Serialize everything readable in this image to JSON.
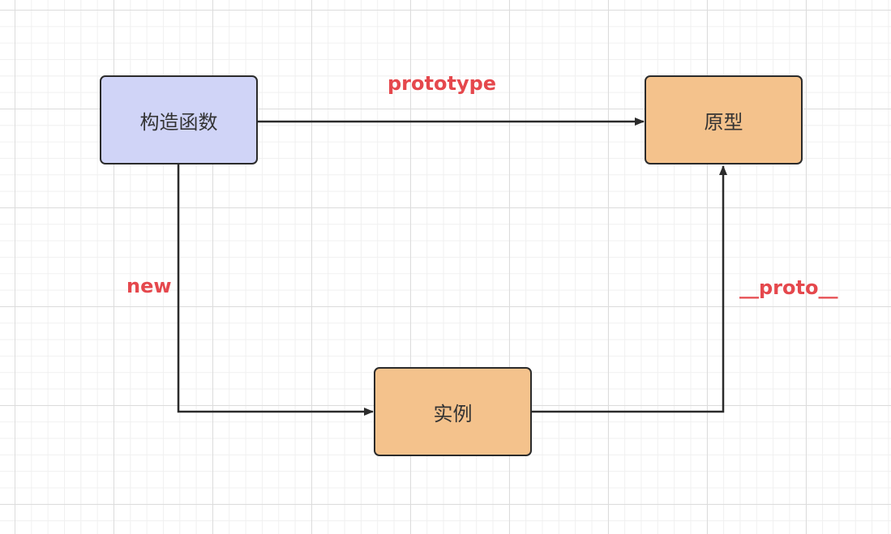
{
  "colors": {
    "constructor_fill": "#d0d4f7",
    "orange_fill": "#f4c28c",
    "edge_label": "#e5484d",
    "line": "#2b2b2b"
  },
  "nodes": {
    "constructor": {
      "label": "构造函数"
    },
    "prototype": {
      "label": "原型"
    },
    "instance": {
      "label": "实例"
    }
  },
  "edges": {
    "prototype": {
      "label": "prototype"
    },
    "new": {
      "label": "new"
    },
    "proto": {
      "label": "__proto__"
    }
  }
}
